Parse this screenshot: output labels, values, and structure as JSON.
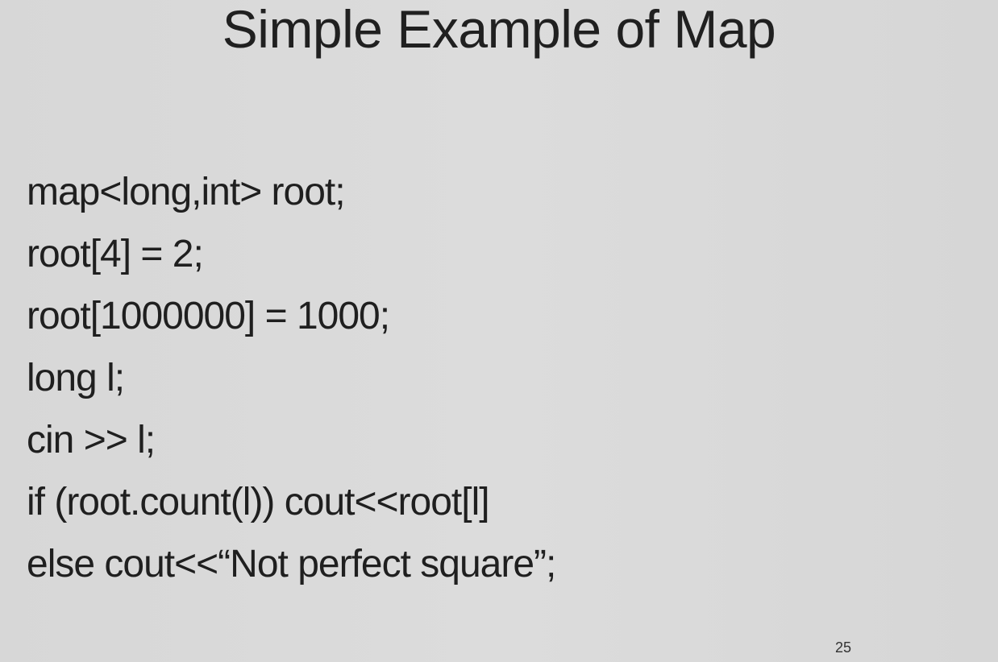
{
  "slide": {
    "title": "Simple Example of Map",
    "code_lines": [
      "map<long,int> root;",
      "root[4] = 2;",
      "root[1000000] = 1000;",
      "long l;",
      "cin >> l;",
      "if (root.count(l)) cout<<root[l]",
      "else cout<<“Not perfect square”;"
    ],
    "page_number": "25"
  },
  "colors": {
    "background": "#d9d9d9",
    "text": "#1f1f1f"
  }
}
